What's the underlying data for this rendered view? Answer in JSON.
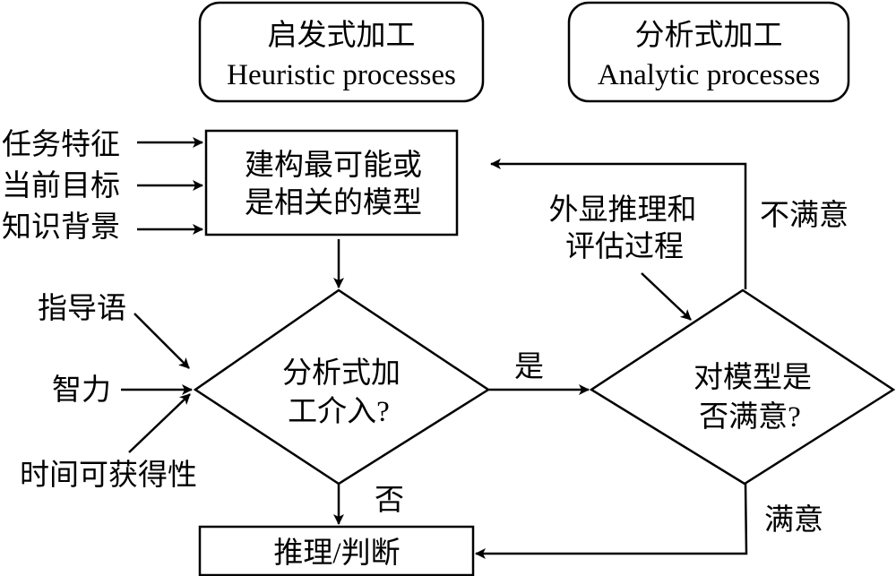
{
  "header_boxes": {
    "heuristic": {
      "zh": "启发式加工",
      "en": "Heuristic processes"
    },
    "analytic": {
      "zh": "分析式加工",
      "en": "Analytic processes"
    }
  },
  "inputs_top": [
    "任务特征",
    "当前目标",
    "知识背景"
  ],
  "model_box": {
    "line1": "建构最可能或",
    "line2": "是相关的模型"
  },
  "inputs_mid": {
    "instruction": "指导语",
    "intelligence": "智力",
    "time": "时间可获得性"
  },
  "decision1": {
    "line1": "分析式加",
    "line2": "工介入?"
  },
  "decision2": {
    "line1": "对模型是",
    "line2": "否满意?"
  },
  "explicit_reasoning": {
    "line1": "外显推理和",
    "line2": "评估过程"
  },
  "labels": {
    "yes": "是",
    "no": "否",
    "unsatisfied": "不满意",
    "satisfied": "满意"
  },
  "output_box": {
    "label": "推理/判断"
  }
}
